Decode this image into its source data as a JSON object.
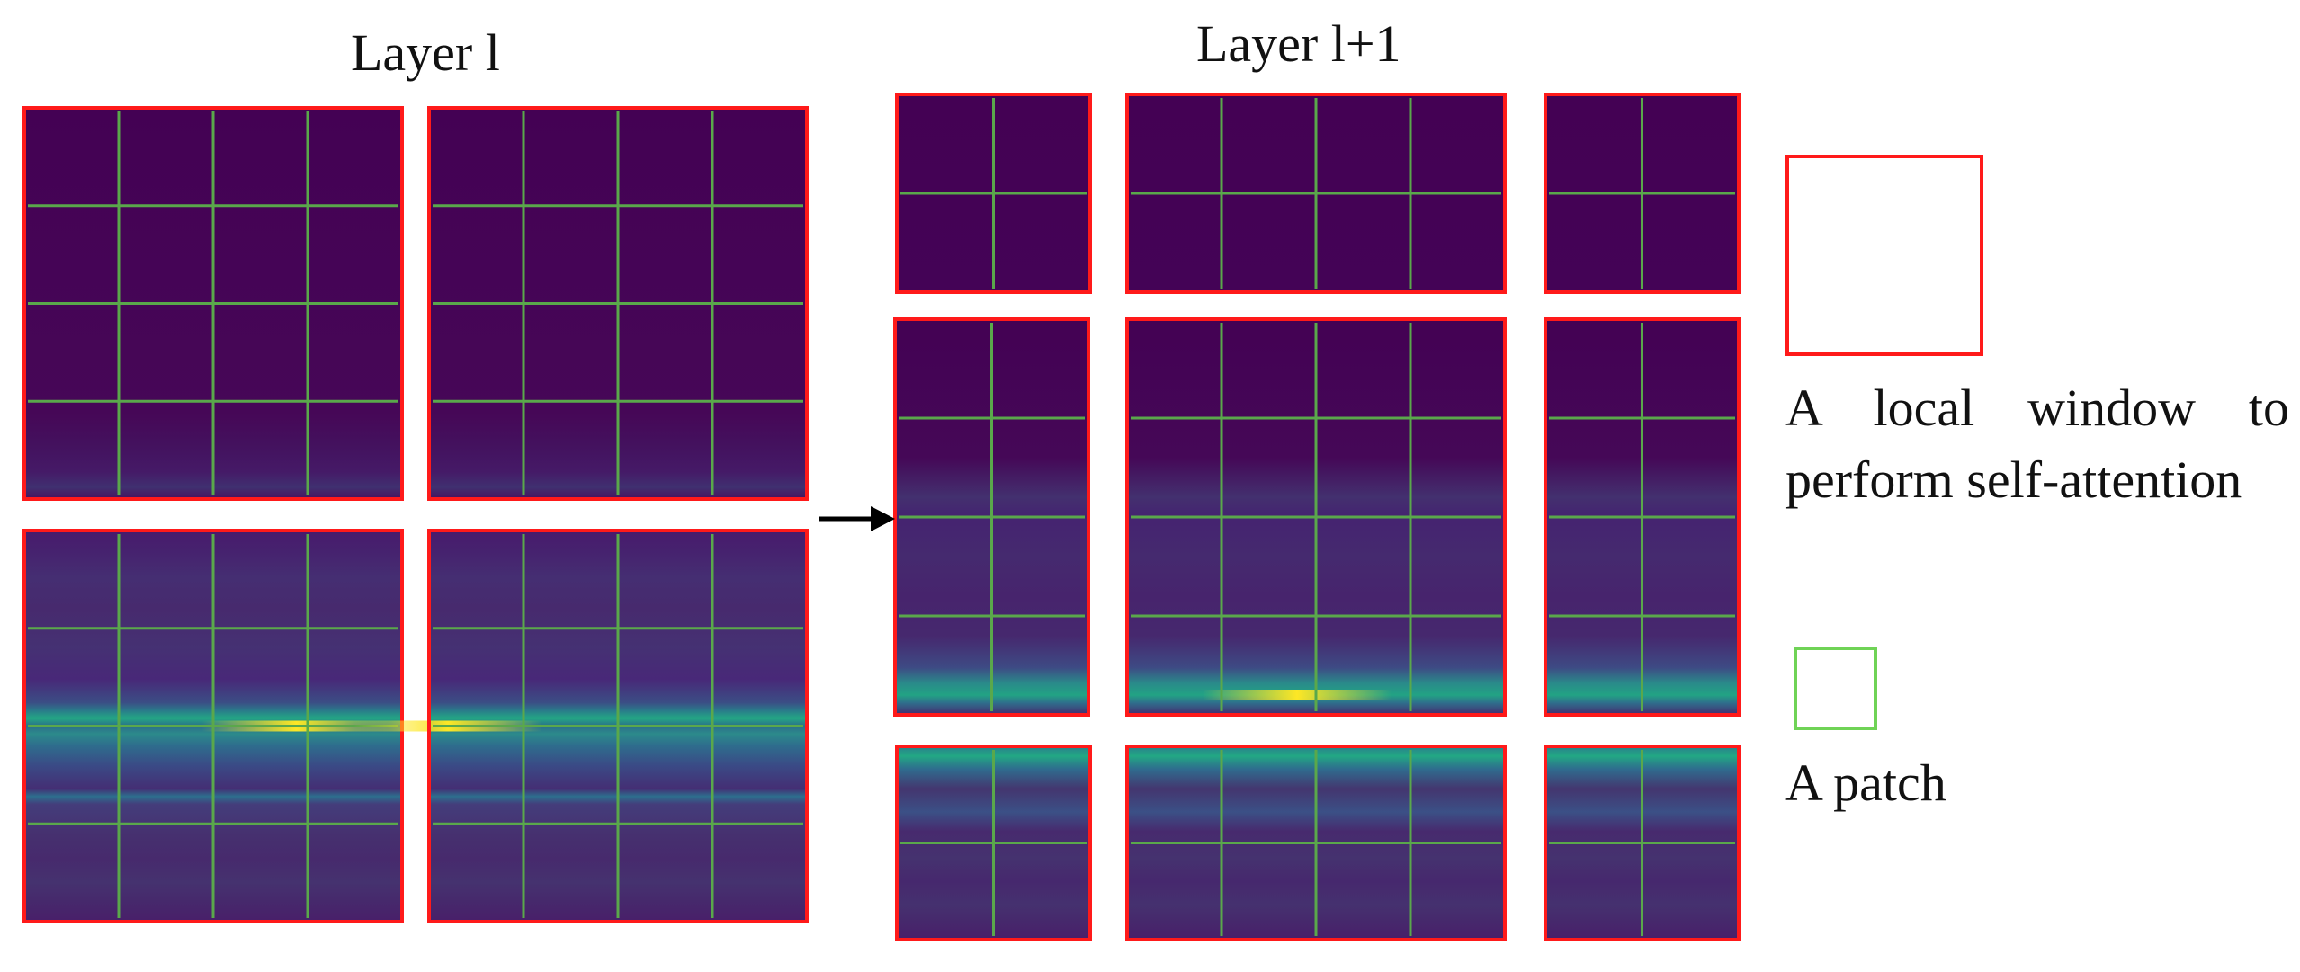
{
  "titles": {
    "left": "Layer l",
    "right": "Layer l+1"
  },
  "legend": {
    "window_label": "A local window to perform self-attention",
    "patch_label": "A patch"
  },
  "colors": {
    "window_border": "#ff1a1a",
    "patch_border": "#6fd356",
    "grid_line": "#5aa84b",
    "heatmap_low": "#440154",
    "heatmap_mid": "#21918c",
    "heatmap_high": "#fde725",
    "arrow": "#000000"
  },
  "layer_l_windows": [
    {
      "name": "top-left",
      "patch_cols": 4,
      "patch_rows": 4
    },
    {
      "name": "top-right",
      "patch_cols": 4,
      "patch_rows": 4
    },
    {
      "name": "bottom-left",
      "patch_cols": 4,
      "patch_rows": 4
    },
    {
      "name": "bottom-right",
      "patch_cols": 4,
      "patch_rows": 4
    }
  ],
  "layer_l1_windows": [
    {
      "name": "top-left",
      "patch_cols": 2,
      "patch_rows": 2
    },
    {
      "name": "top-center",
      "patch_cols": 4,
      "patch_rows": 2
    },
    {
      "name": "top-right",
      "patch_cols": 2,
      "patch_rows": 2
    },
    {
      "name": "middle-left",
      "patch_cols": 2,
      "patch_rows": 4
    },
    {
      "name": "middle-center",
      "patch_cols": 4,
      "patch_rows": 4
    },
    {
      "name": "middle-right",
      "patch_cols": 2,
      "patch_rows": 4
    },
    {
      "name": "bottom-left",
      "patch_cols": 2,
      "patch_rows": 2
    },
    {
      "name": "bottom-center",
      "patch_cols": 4,
      "patch_rows": 2
    },
    {
      "name": "bottom-right",
      "patch_cols": 2,
      "patch_rows": 2
    }
  ]
}
